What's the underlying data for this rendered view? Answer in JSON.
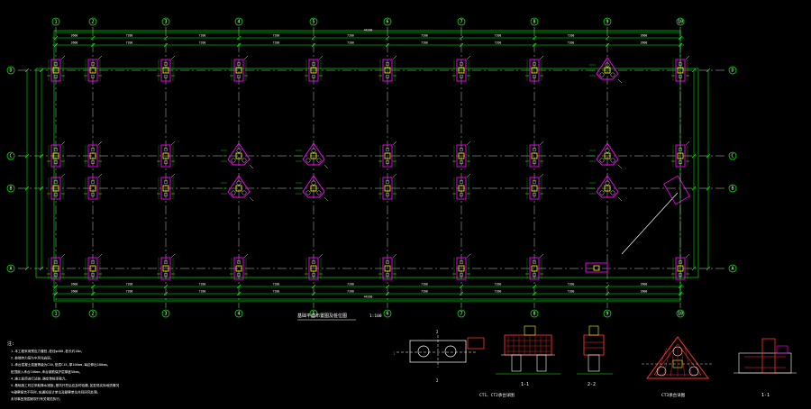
{
  "drawing": {
    "grid_x_labels": [
      "1",
      "2",
      "3",
      "4",
      "5",
      "6",
      "7",
      "8",
      "9",
      "10"
    ],
    "grid_y_labels": [
      "D",
      "C",
      "B",
      "A"
    ],
    "overall_dimension": "44200",
    "bay_dimensions": [
      "3600",
      "7200",
      "7200",
      "7200",
      "7200",
      "7200",
      "7200",
      "7200",
      "3600"
    ],
    "plan_title": "基础平面布置图及桩位图",
    "plan_scale": "1:100",
    "section_labels": [
      "1-1",
      "2-2",
      "1-1"
    ],
    "detail_titles": [
      "CT1、CT2承台详图",
      "CT3承台详图"
    ]
  },
  "notes": {
    "heading": "注:",
    "lines": [
      "1.本工程采用预应力管桩,桩径φ400,桩长约18m。",
      "2.桩端持力层为中风化岩层。",
      "3.承台混凝土强度等级为C30,垫层C15,厚100mm,每边伸出100mm。",
      "   桩顶嵌入承台100mm,承台钢筋保护层厚度50mm。",
      "4.施工前须进行试桩,确定单桩承载力。",
      "5.基础施工时应采取降水措施,基坑开挖后应及时验槽,如发现实际地质情况",
      "   与勘察报告不符时,应通知设计单位及勘察单位共同研究处理。",
      "   未尽事宜按国家现行有关规范执行。"
    ]
  },
  "colors": {
    "background": "#000000",
    "grid_axis": "#c8c8c8",
    "dimension": "#00ff00",
    "pilecap": "#ff00ff",
    "rebar": "#ff3030",
    "annotation": "#ffff00",
    "text": "#ffffff",
    "concrete_edge": "#00ffff"
  }
}
